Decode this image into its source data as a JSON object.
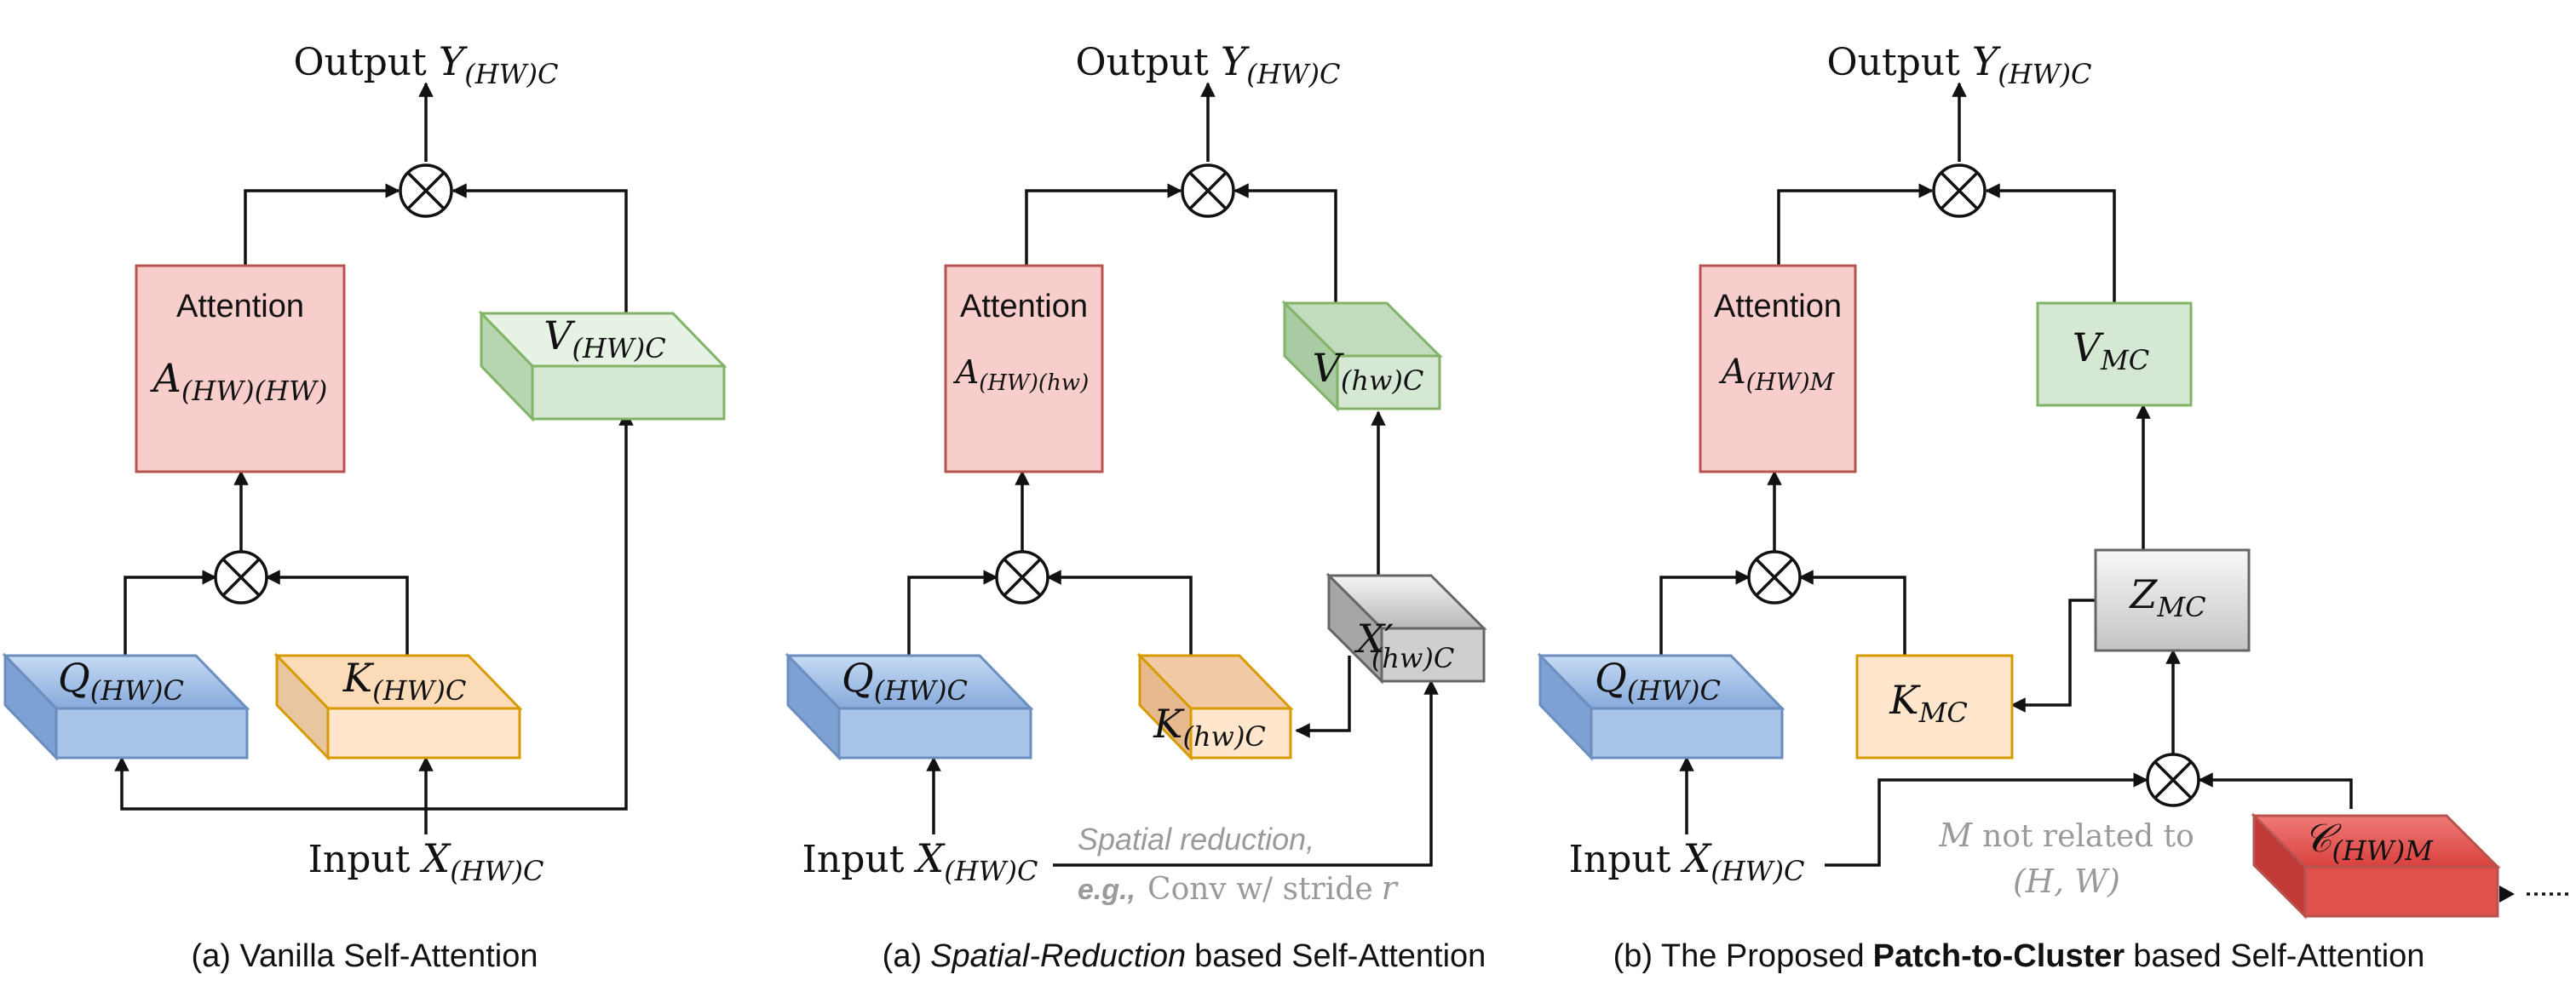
{
  "panel_a": {
    "output_label": "Output",
    "output_var": "Y",
    "output_sub": "(HW)C",
    "attention_title": "Attention",
    "attention_var": "A",
    "attention_sub": "(HW)(HW)",
    "q_var": "Q",
    "q_sub": "(HW)C",
    "k_var": "K",
    "k_sub": "(HW)C",
    "v_var": "V",
    "v_sub": "(HW)C",
    "input_label": "Input",
    "input_var": "X",
    "input_sub": "(HW)C",
    "caption": "(a) Vanilla Self-Attention"
  },
  "panel_b": {
    "output_label": "Output",
    "output_var": "Y",
    "output_sub": "(HW)C",
    "attention_title": "Attention",
    "attention_var": "A",
    "attention_sub": "(HW)(hw)",
    "q_var": "Q",
    "q_sub": "(HW)C",
    "k_var": "K",
    "k_sub": "(hw)C",
    "v_var": "V",
    "v_sub": "(hw)C",
    "xr_var": "X′",
    "xr_sub": "(hw)C",
    "input_label": "Input",
    "input_var": "X",
    "input_sub": "(HW)C",
    "reduction_line1": "Spatial reduction,",
    "reduction_eg": "e.g.,",
    "reduction_conv": "Conv w/ stride",
    "reduction_r": "r",
    "caption_prefix": "(a)",
    "caption_italic": "Spatial-Reduction",
    "caption_suffix": "based Self-Attention"
  },
  "panel_c": {
    "output_label": "Output",
    "output_var": "Y",
    "output_sub": "(HW)C",
    "attention_title": "Attention",
    "attention_var": "A",
    "attention_sub": "(HW)M",
    "q_var": "Q",
    "q_sub": "(HW)C",
    "k_var": "K",
    "k_sub": "MC",
    "v_var": "V",
    "v_sub": "MC",
    "z_var": "Z",
    "z_sub": "MC",
    "c_var": "𝒞",
    "c_sub": "(HW)M",
    "input_label": "Input",
    "input_var": "X",
    "input_sub": "(HW)C",
    "note_m": "M",
    "note_text": "not related to",
    "note_hw": "(H, W)",
    "caption_prefix": "(b) The Proposed",
    "caption_bold": "Patch-to-Cluster",
    "caption_suffix": "based Self-Attention"
  },
  "colors": {
    "red_fill": "#f8cecc",
    "red_stroke": "#b85450",
    "green_fill": "#d5e8d4",
    "green_stroke": "#82b366",
    "blue_fill": "#a8c4e8",
    "blue_stroke": "#6c8ebf",
    "orange_fill": "#ffe6cc",
    "orange_stroke": "#d79b00",
    "gray_fill": "#d0d0d0",
    "gray_stroke": "#666666",
    "cluster_fill": "#e0504d",
    "cluster_stroke": "#b85450"
  }
}
